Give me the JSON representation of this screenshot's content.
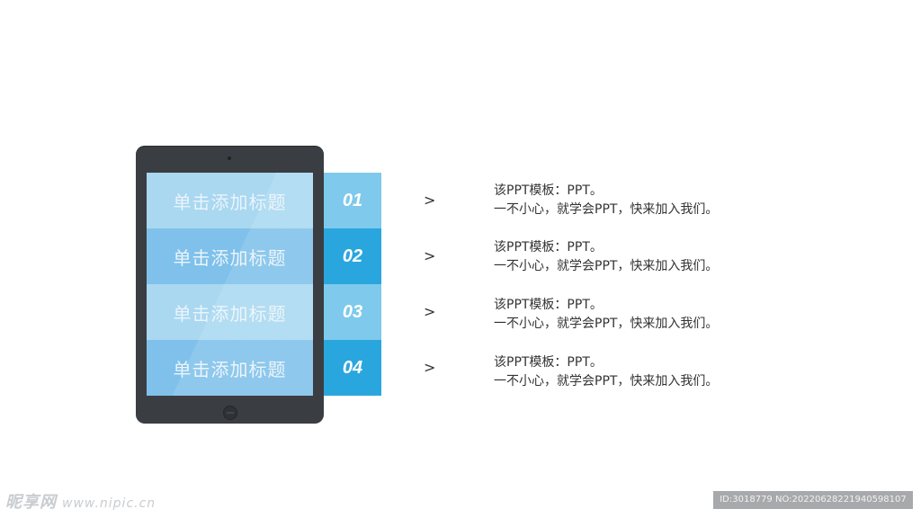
{
  "tablet": {
    "rows": [
      {
        "label": "单击添加标题",
        "color": "#a9d8f0"
      },
      {
        "label": "单击添加标题",
        "color": "#7fc1ea"
      },
      {
        "label": "单击添加标题",
        "color": "#a9d8f0"
      },
      {
        "label": "单击添加标题",
        "color": "#7fc1ea"
      }
    ]
  },
  "tabs": [
    {
      "num": "01",
      "color": "#7ec9ec"
    },
    {
      "num": "02",
      "color": "#2aa6de"
    },
    {
      "num": "03",
      "color": "#7ec9ec"
    },
    {
      "num": "04",
      "color": "#2aa6de"
    }
  ],
  "arrow_glyph": ">",
  "items": [
    {
      "line1": "该PPT模板：PPT。",
      "line2": "一不小心，就学会PPT，快来加入我们。"
    },
    {
      "line1": "该PPT模板：PPT。",
      "line2": "一不小心，就学会PPT，快来加入我们。"
    },
    {
      "line1": "该PPT模板：PPT。",
      "line2": "一不小心，就学会PPT，快来加入我们。"
    },
    {
      "line1": "该PPT模板：PPT。",
      "line2": "一不小心，就学会PPT，快来加入我们。"
    }
  ],
  "watermark": {
    "brand": "昵享网",
    "site": "www.nipic.cn",
    "id_text": "ID:3018779 NO:20220628221940598107"
  }
}
